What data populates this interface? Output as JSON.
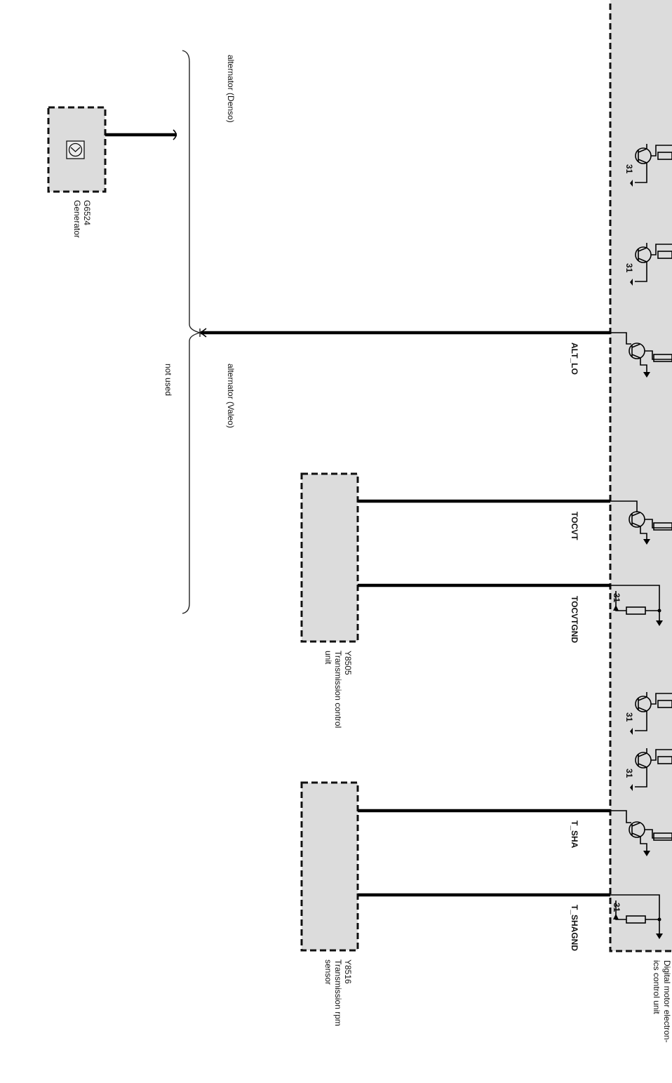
{
  "components": {
    "dme": {
      "line1": "Digital motor electron-",
      "line2": "ics control unit"
    },
    "generator": {
      "code": "G6524",
      "name": "Generator"
    },
    "tcu": {
      "code": "Y8505",
      "name": "Transmission control",
      "name2": "unit"
    },
    "rpm_sensor": {
      "code": "Y8516",
      "name": "Transmission rpm",
      "name2": "sensor"
    }
  },
  "signals": {
    "alt_lo": "ALT_LO",
    "tocvt": "TOCVT",
    "tocvtgnd": "TOCVTGND",
    "t_sha": "T_SHA",
    "t_shagnd": "T_SHAGND"
  },
  "annotations": {
    "denso": "alternator (Denso)",
    "valeo": "alternator (Valeo)",
    "not_used": "not used"
  },
  "ground_label": "31"
}
